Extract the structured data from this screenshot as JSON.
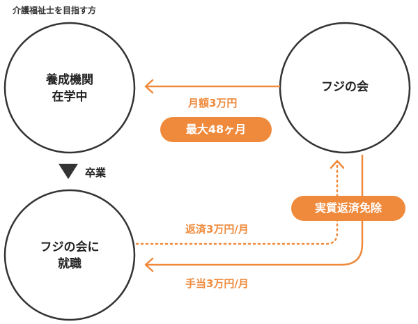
{
  "heading": "介護福祉士を目指す方",
  "nodes": {
    "school": {
      "line1": "養成機関",
      "line2": "在学中"
    },
    "fuji": {
      "label": "フジの会"
    },
    "employed": {
      "line1": "フジの会に",
      "line2": "就職"
    }
  },
  "flows": {
    "monthly_amount": "月額3万円",
    "max_months": "最大48ヶ月",
    "graduation": "卒業",
    "repayment": "返済3万円/月",
    "allowance": "手当3万円/月",
    "exemption": "実質返済免除"
  },
  "colors": {
    "accent": "#ef8a3c",
    "circle_stroke": "#333333"
  }
}
